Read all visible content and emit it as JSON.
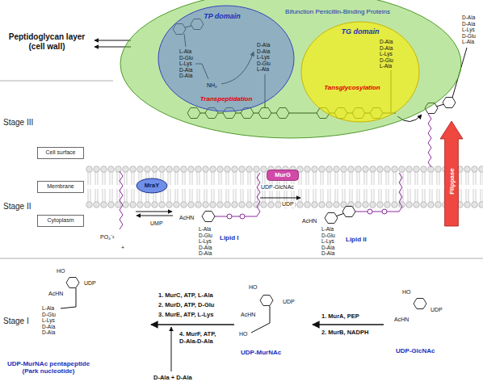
{
  "diagram": {
    "nodes": [
      {
        "text": [
          "Bifunction Penicillin-Binding Proteins"
        ]
      },
      {
        "text": [
          "TP domain",
          "Transpeptidation"
        ],
        "in": 0
      },
      {
        "text": [
          "TG domain",
          "Tansglycosylation"
        ],
        "in": 0
      },
      {
        "text": [
          "Cell surface"
        ]
      },
      {
        "text": [
          "Membrane"
        ]
      },
      {
        "text": [
          "Cytoplasm"
        ]
      },
      {
        "text": [
          "MraY"
        ]
      },
      {
        "text": [
          "MurG"
        ]
      },
      {
        "text": [
          "Flippase"
        ]
      }
    ],
    "labels": [
      "Peptidoglycan layer (cell wall)",
      "Stage III",
      "Stage II",
      "Stage I",
      "L-Ala D-Glu L-Lys D-Ala D-Ala",
      "NH₂",
      "D-Ala D-Ala L-Lys D-Glu L-Ala",
      "D-Ala D-Ala L-Lys D-Glu L-Ala",
      "D-Ala D-Ala L-Lys D-Glu L-Ala",
      "PO₄⁻²",
      "+",
      "UMP",
      "AcHN",
      "L-Ala D-Glu L-Lys D-Ala D-Ala",
      "Lipid I",
      "UDP-GlcNAc",
      "UDP",
      "AcHN",
      "L-Ala D-Glu L-Lys D-Ala D-Ala",
      "Lipid II",
      "HO",
      "AcHN",
      "UDP",
      "L-Ala D-Glu L-Lys D-Ala D-Ala",
      "UDP-MurNAc pentapeptide (Park nucleotide)",
      "1. MurC, ATP, L-Ala",
      "2. MurD, ATP, D-Glu",
      "3. MurE, ATP, L-Lys",
      "4. MurF, ATP, D-Ala-D-Ala",
      "D-Ala + D-Ala",
      "HO",
      "AcHN",
      "UDP",
      "HO",
      "UDP-MurNAc",
      "1. MurA, PEP",
      "2. MurB, NADPH",
      "HO",
      "AcHN",
      "UDP",
      "UDP-GlcNAc"
    ]
  }
}
